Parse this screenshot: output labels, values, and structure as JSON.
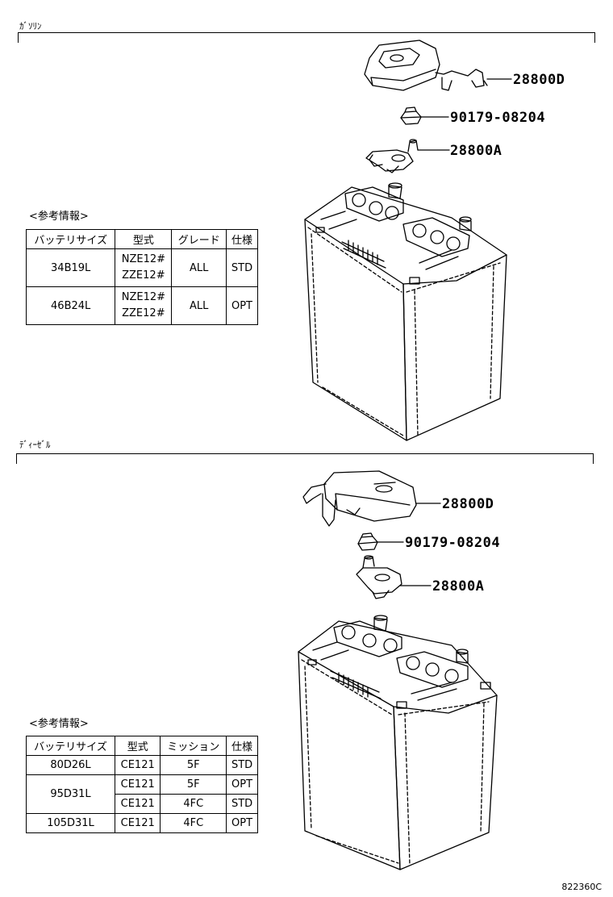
{
  "sections": [
    {
      "label": "ｶﾞｿﾘﾝ",
      "ref_title": "<参考情報>",
      "table": {
        "headers": [
          "バッテリサイズ",
          "型式",
          "グレード",
          "仕様"
        ],
        "rows": [
          {
            "size": "34B19L",
            "models": [
              "NZE12#",
              "ZZE12#"
            ],
            "grade": "ALL",
            "spec": "STD"
          },
          {
            "size": "46B24L",
            "models": [
              "NZE12#",
              "ZZE12#"
            ],
            "grade": "ALL",
            "spec": "OPT"
          }
        ]
      },
      "callouts": {
        "cover": "28800D",
        "nut": "90179-08204",
        "terminal": "28800A"
      }
    },
    {
      "label": "ﾃﾞｨｰｾﾞﾙ",
      "ref_title": "<参考情報>",
      "table": {
        "headers": [
          "バッテリサイズ",
          "型式",
          "ミッション",
          "仕様"
        ],
        "rows": [
          {
            "size": "80D26L",
            "model": "CE121",
            "mission": "5F",
            "spec": "STD"
          },
          {
            "size": "95D31L",
            "model": "CE121",
            "mission": "5F",
            "spec": "OPT"
          },
          {
            "model": "CE121",
            "mission": "4FC",
            "spec": "STD"
          },
          {
            "size": "105D31L",
            "model": "CE121",
            "mission": "4FC",
            "spec": "OPT"
          }
        ]
      },
      "callouts": {
        "cover": "28800D",
        "nut": "90179-08204",
        "terminal": "28800A"
      }
    }
  ],
  "footer_code": "822360C"
}
